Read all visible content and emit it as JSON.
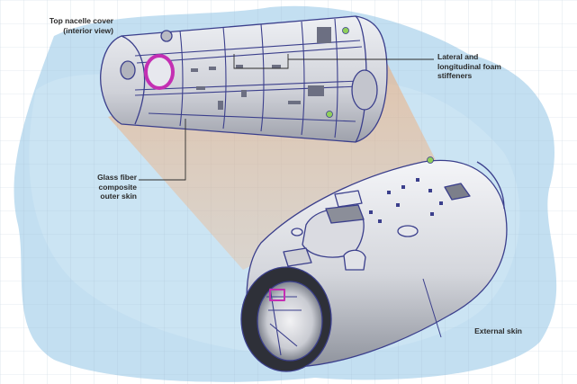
{
  "labels": {
    "top_cover": "Top nacelle cover\n(interior view)",
    "stiffeners": "Lateral and\nlongitudinal foam\nstiffeners",
    "skin": "Glass fiber\ncomposite\nouter skin",
    "external": "External skin"
  },
  "colors": {
    "outline": "#3b3f8c",
    "accent_ring": "#c42fb3",
    "sensor": "#8fcf5a",
    "watercolor_blue": "#b9d9ee",
    "watercolor_orange": "#f2b88a",
    "shell": "#dcdde2",
    "grid": "#9fb5c9"
  }
}
